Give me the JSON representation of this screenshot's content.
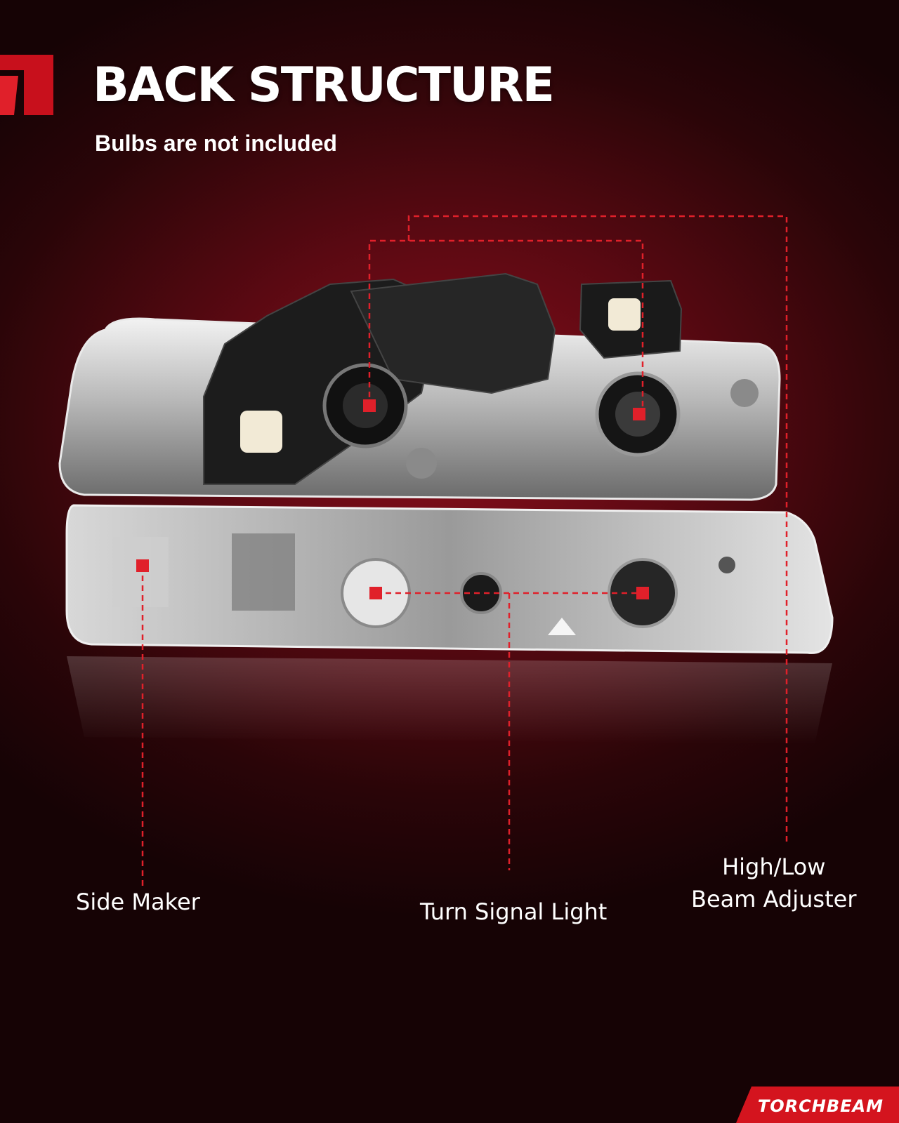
{
  "header": {
    "title": "BACK STRUCTURE",
    "subtitle": "Bulbs are not included"
  },
  "callouts": {
    "side_marker": "Side Maker",
    "turn_signal": "Turn Signal Light",
    "beam_adjuster_line1": "High/Low",
    "beam_adjuster_line2": "Beam Adjuster"
  },
  "brand": {
    "name": "TORCHBEAM"
  },
  "colors": {
    "accent": "#e0202a",
    "background": "#5a0912",
    "chrome": "#c9c9c9"
  }
}
